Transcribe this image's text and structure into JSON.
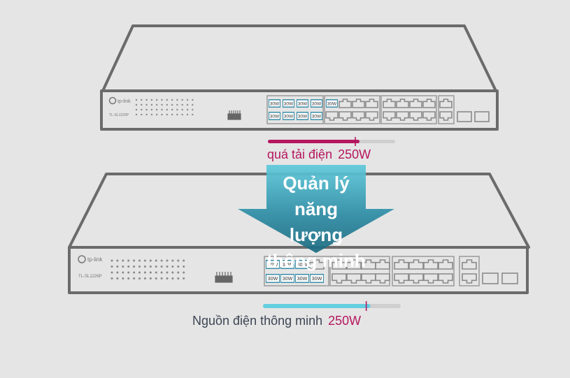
{
  "colors": {
    "background": "#e5e5e5",
    "device_line": "#6b6b6b",
    "overload_accent": "#b5175f",
    "smart_accent": "#64cfe0",
    "text_dark": "#3d4654",
    "port_highlight": "#3a8ea8"
  },
  "top_switch": {
    "logo_icon": "tp-link-logo-icon",
    "brand_text": "tp-link",
    "model_text": "TL-SL1226P",
    "poe_ports_top": [
      "30W",
      "30W",
      "30W",
      "30W",
      "30W"
    ],
    "poe_ports_bottom": [
      "30W",
      "30W",
      "30W",
      "30W"
    ],
    "load_level": 0.72,
    "label": "quá tải điện",
    "value": "250W"
  },
  "bottom_switch": {
    "logo_icon": "tp-link-logo-icon",
    "brand_text": "tp-link",
    "model_text": "TL-SL1226P",
    "poe_ports_top": [
      "30W",
      "30W",
      "30W"
    ],
    "poe_ports_bottom": [
      "30W",
      "30W",
      "30W",
      "30W"
    ],
    "load_level": 0.78,
    "label": "Nguồn điện thông minh",
    "value": "250W"
  },
  "arrow": {
    "icon": "down-arrow-icon",
    "text": "Quản lý năng lượng thông minh"
  }
}
